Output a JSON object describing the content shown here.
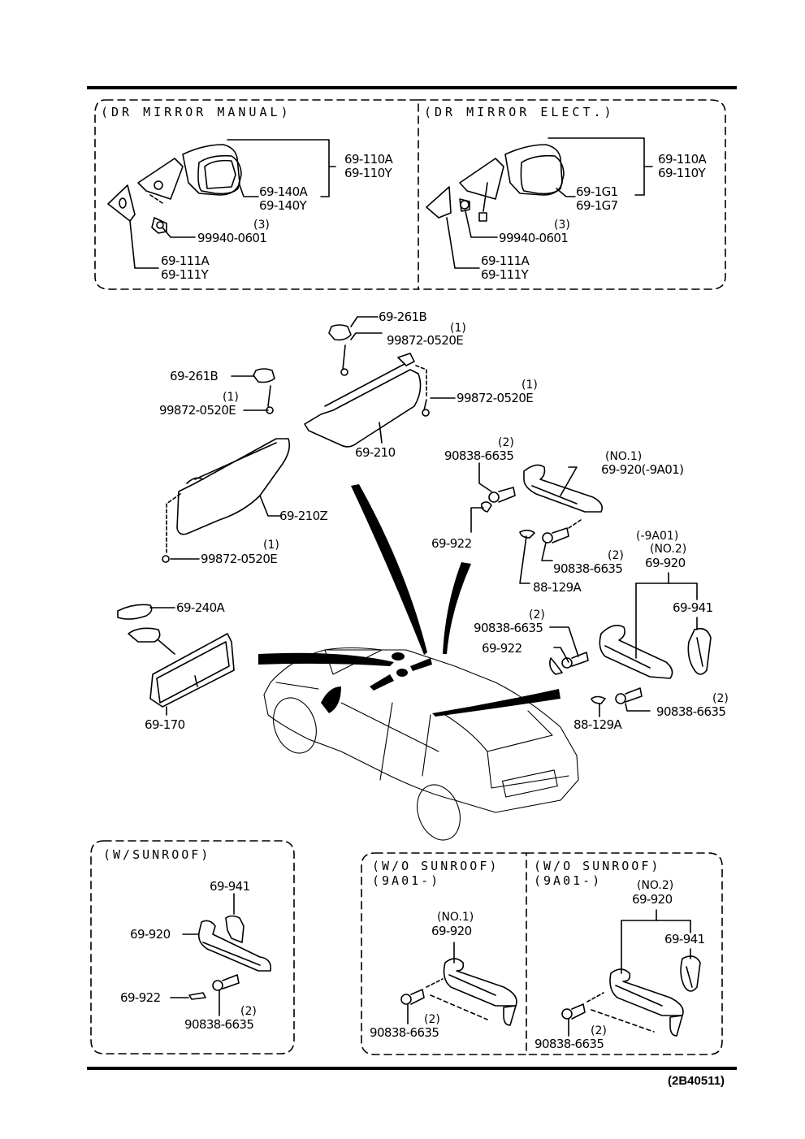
{
  "diagram": {
    "reference_code": "(2B40511)",
    "sections": {
      "dr_mirror_manual": {
        "title": "(DR MIRROR MANUAL)",
        "parts": {
          "mirror_assy": [
            "69-110A",
            "69-110Y"
          ],
          "glass": [
            "69-140A",
            "69-140Y"
          ],
          "nut": "99940-0601",
          "nut_qty": "(3)",
          "garnish": [
            "69-111A",
            "69-111Y"
          ]
        }
      },
      "dr_mirror_elect": {
        "title": "(DR MIRROR ELECT.)",
        "parts": {
          "mirror_assy": [
            "69-110A",
            "69-110Y"
          ],
          "glass": [
            "69-1G1",
            "69-1G7"
          ],
          "nut": "99940-0601",
          "nut_qty": "(3)",
          "garnish": [
            "69-111A",
            "69-111Y"
          ]
        }
      },
      "sunvisor": {
        "holder_right": "69-261B",
        "screw_right_top": "99872-0520E",
        "screw_right_top_qty": "(1)",
        "holder_left": "69-261B",
        "screw_left_top": "99872-0520E",
        "screw_left_top_qty": "(1)",
        "visor_right": "69-210",
        "screw_right_side": "99872-0520E",
        "screw_right_side_qty": "(1)",
        "visor_left": "69-210Z",
        "screw_left_bottom": "99872-0520E",
        "screw_left_bottom_qty": "(1)"
      },
      "room_mirror": {
        "cover": "69-240A",
        "mirror": "69-170"
      },
      "assist_grip_no1": {
        "screw_top": "90838-6635",
        "screw_top_qty": "(2)",
        "note": "(NO.1)",
        "grip": "69-920(-9A01)",
        "cap": "69-922",
        "screw_bottom": "90838-6635",
        "screw_bottom_qty": "(2)",
        "clip": "88-129A"
      },
      "assist_grip_no2": {
        "serial_note": "(-9A01)",
        "note": "(NO.2)",
        "grip": "69-920",
        "hook": "69-941",
        "screw_top": "90838-6635",
        "screw_top_qty": "(2)",
        "cap": "69-922",
        "screw_bottom": "90838-6635",
        "screw_bottom_qty": "(2)",
        "clip": "88-129A"
      },
      "w_sunroof": {
        "title": "(W/SUNROOF)",
        "hook": "69-941",
        "grip": "69-920",
        "cap": "69-922",
        "screw": "90838-6635",
        "screw_qty": "(2)"
      },
      "wo_sunroof_no1": {
        "title": "(W/O SUNROOF)",
        "serial": "(9A01-)",
        "note": "(NO.1)",
        "grip": "69-920",
        "screw": "90838-6635",
        "screw_qty": "(2)"
      },
      "wo_sunroof_no2": {
        "title": "(W/O SUNROOF)",
        "serial": "(9A01-)",
        "note": "(NO.2)",
        "grip": "69-920",
        "hook": "69-941",
        "screw": "90838-6635",
        "screw_qty": "(2)"
      }
    }
  }
}
